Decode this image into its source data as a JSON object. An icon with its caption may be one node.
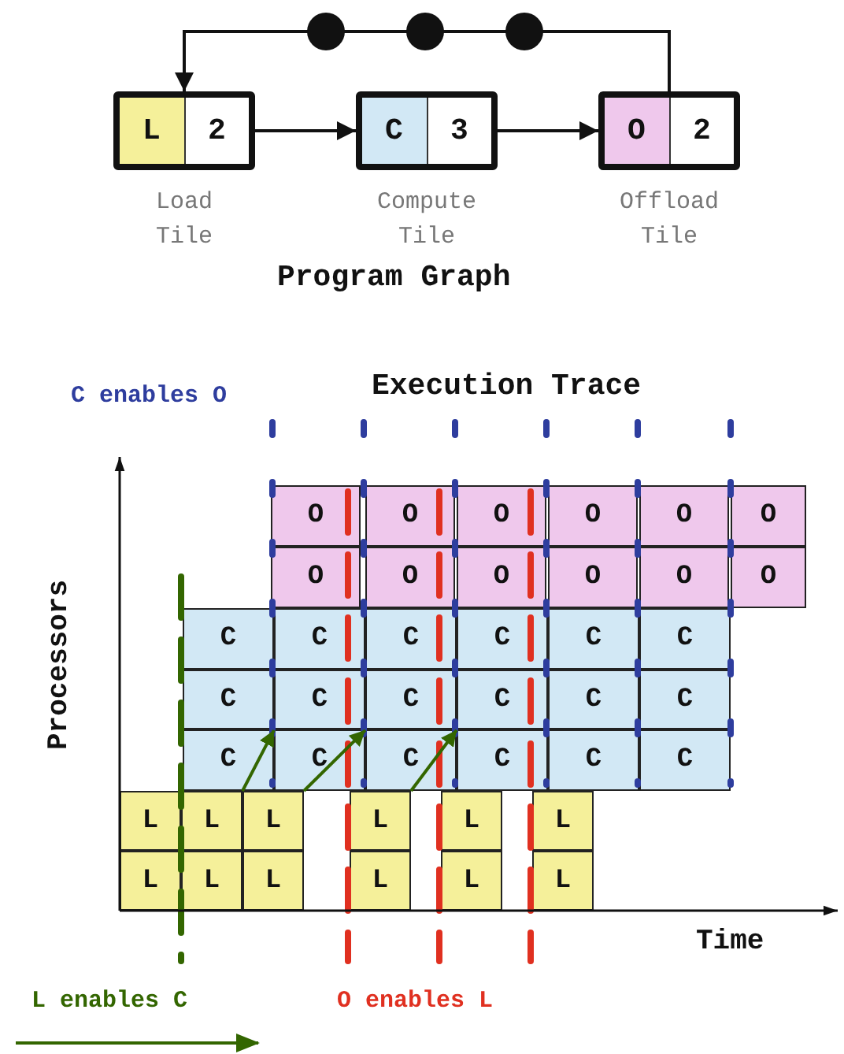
{
  "diagram": {
    "title": "Program Graph",
    "nodes": [
      {
        "text": [
          "L",
          "2"
        ],
        "beside": [
          "Load Tile"
        ]
      },
      {
        "text": [
          "C",
          "3"
        ],
        "beside": [
          "Compute Tile"
        ]
      },
      {
        "text": [
          "O",
          "2"
        ],
        "beside": [
          "Offload Tile"
        ]
      },
      {
        "text": [
          "O"
        ]
      },
      {
        "text": [
          "O"
        ]
      },
      {
        "text": [
          "O"
        ]
      },
      {
        "text": [
          "O"
        ]
      },
      {
        "text": [
          "O"
        ]
      },
      {
        "text": [
          "O"
        ]
      },
      {
        "text": [
          "O"
        ]
      },
      {
        "text": [
          "O"
        ]
      },
      {
        "text": [
          "O"
        ]
      },
      {
        "text": [
          "O"
        ]
      },
      {
        "text": [
          "O"
        ]
      },
      {
        "text": [
          "O"
        ]
      },
      {
        "text": [
          "C"
        ]
      },
      {
        "text": [
          "C"
        ]
      },
      {
        "text": [
          "C"
        ]
      },
      {
        "text": [
          "C"
        ]
      },
      {
        "text": [
          "C"
        ]
      },
      {
        "text": [
          "C"
        ]
      },
      {
        "text": [
          "C"
        ]
      },
      {
        "text": [
          "C"
        ]
      },
      {
        "text": [
          "C"
        ]
      },
      {
        "text": [
          "C"
        ]
      },
      {
        "text": [
          "C"
        ]
      },
      {
        "text": [
          "C"
        ]
      },
      {
        "text": [
          "C"
        ]
      },
      {
        "text": [
          "C"
        ]
      },
      {
        "text": [
          "C"
        ]
      },
      {
        "text": [
          "C"
        ]
      },
      {
        "text": [
          "C"
        ]
      },
      {
        "text": [
          "C"
        ]
      },
      {
        "text": [
          "L"
        ]
      },
      {
        "text": [
          "L"
        ]
      },
      {
        "text": [
          "L"
        ]
      },
      {
        "text": [
          "L"
        ]
      },
      {
        "text": [
          "L"
        ]
      },
      {
        "text": [
          "L"
        ]
      },
      {
        "text": [
          "L"
        ]
      },
      {
        "text": [
          "L"
        ]
      },
      {
        "text": [
          "L"
        ]
      },
      {
        "text": [
          "L"
        ]
      },
      {
        "text": [
          "L"
        ]
      },
      {
        "text": [
          "L"
        ]
      }
    ],
    "edges": [
      {
        "from": 0,
        "to": 1,
        "arrow": "to"
      },
      {
        "from": 1,
        "to": 2,
        "arrow": "to"
      },
      {
        "from": 2,
        "to": 0,
        "arrow": "to"
      },
      {
        "from": 34,
        "to": 27,
        "arrow": "to",
        "color": "#336600"
      },
      {
        "from": 35,
        "to": 28,
        "arrow": "to",
        "color": "#336600"
      },
      {
        "from": 36,
        "to": 29,
        "arrow": "to",
        "color": "#336600"
      }
    ],
    "labels": [
      "Execution Trace",
      "C enables O",
      "Processors",
      "Time",
      "L enables C",
      "O enables L"
    ]
  }
}
